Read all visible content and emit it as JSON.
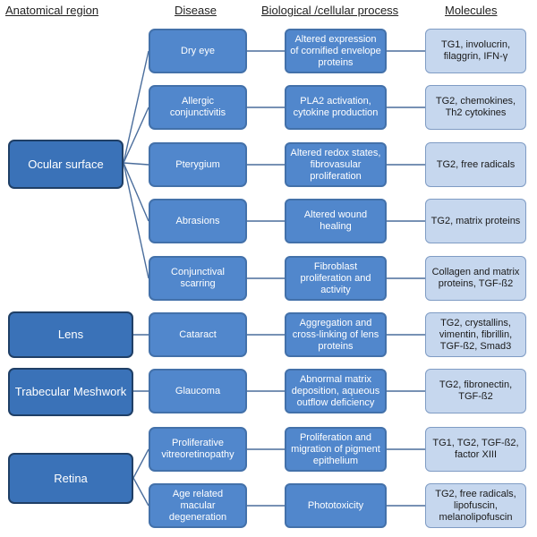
{
  "headers": {
    "region": "Anatomical region",
    "disease": "Disease",
    "process": "Biological /cellular process",
    "molecules": "Molecules"
  },
  "regions": [
    {
      "label": "Ocular surface"
    },
    {
      "label": "Lens"
    },
    {
      "label": "Trabecular Meshwork"
    },
    {
      "label": "Retina"
    }
  ],
  "rows": [
    {
      "disease": "Dry eye",
      "process": "Altered expression of cornified envelope proteins",
      "molecules": "TG1, involucrin, filaggrin, IFN-γ"
    },
    {
      "disease": "Allergic conjunctivitis",
      "process": "PLA2 activation, cytokine production",
      "molecules": "TG2, chemokines, Th2 cytokines"
    },
    {
      "disease": "Pterygium",
      "process": "Altered redox states, fibrovasular proliferation",
      "molecules": "TG2, free radicals"
    },
    {
      "disease": "Abrasions",
      "process": "Altered wound healing",
      "molecules": "TG2, matrix proteins"
    },
    {
      "disease": "Conjunctival scarring",
      "process": "Fibroblast proliferation and activity",
      "molecules": "Collagen and matrix proteins, TGF-ß2"
    },
    {
      "disease": "Cataract",
      "process": "Aggregation and cross-linking of lens proteins",
      "molecules": "TG2, crystallins, vimentin, fibrillin, TGF-ß2, Smad3"
    },
    {
      "disease": "Glaucoma",
      "process": "Abnormal matrix deposition, aqueous outflow deficiency",
      "molecules": "TG2,  fibronectin, TGF-ß2"
    },
    {
      "disease": "Proliferative vitreoretinopathy",
      "process": "Proliferation and migration of pigment epithelium",
      "molecules": "TG1, TG2, TGF-ß2, factor XIII"
    },
    {
      "disease": "Age related macular degeneration",
      "process": "Phototoxicity",
      "molecules": "TG2, free radicals, lipofuscin, melanolipofuscin"
    }
  ]
}
